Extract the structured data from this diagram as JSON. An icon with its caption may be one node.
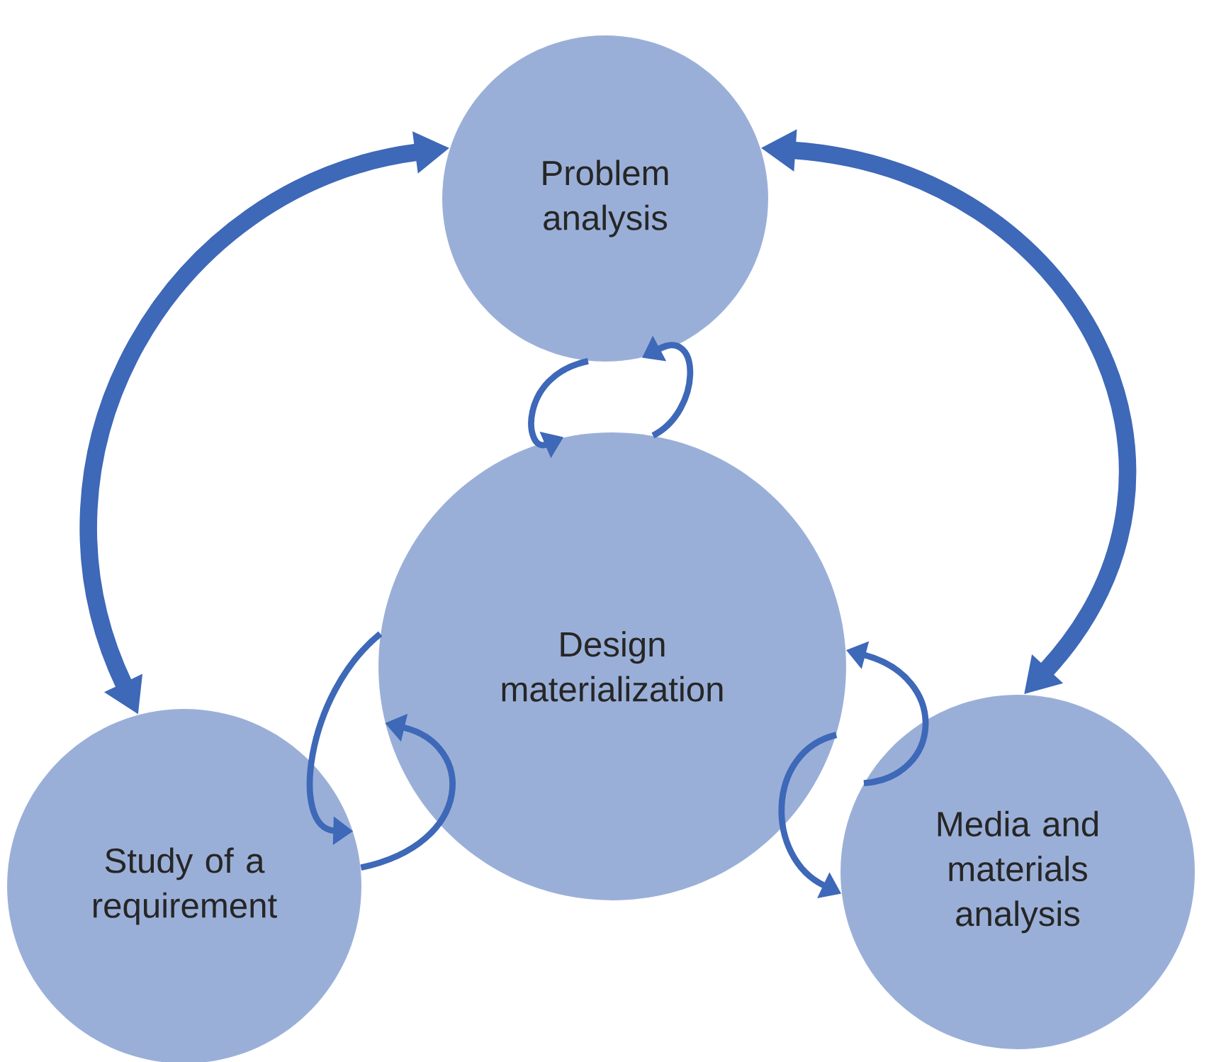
{
  "diagram": {
    "nodes": [
      {
        "text": [
          "Problem analysis"
        ]
      },
      {
        "text": [
          "Design materialization"
        ]
      },
      {
        "text": [
          "Study of a requirement"
        ]
      },
      {
        "text": [
          "Media and materials analysis"
        ]
      }
    ],
    "edges": [
      {
        "from": 2,
        "to": 0,
        "arrow": "both",
        "style": "thick"
      },
      {
        "from": 3,
        "to": 0,
        "arrow": "both",
        "style": "thick"
      },
      {
        "from": 0,
        "to": 1,
        "arrow": "to"
      },
      {
        "from": 1,
        "to": 0,
        "arrow": "to"
      },
      {
        "from": 1,
        "to": 2,
        "arrow": "to"
      },
      {
        "from": 2,
        "to": 1,
        "arrow": "to"
      },
      {
        "from": 1,
        "to": 3,
        "arrow": "to"
      },
      {
        "from": 3,
        "to": 1,
        "arrow": "to"
      }
    ]
  }
}
